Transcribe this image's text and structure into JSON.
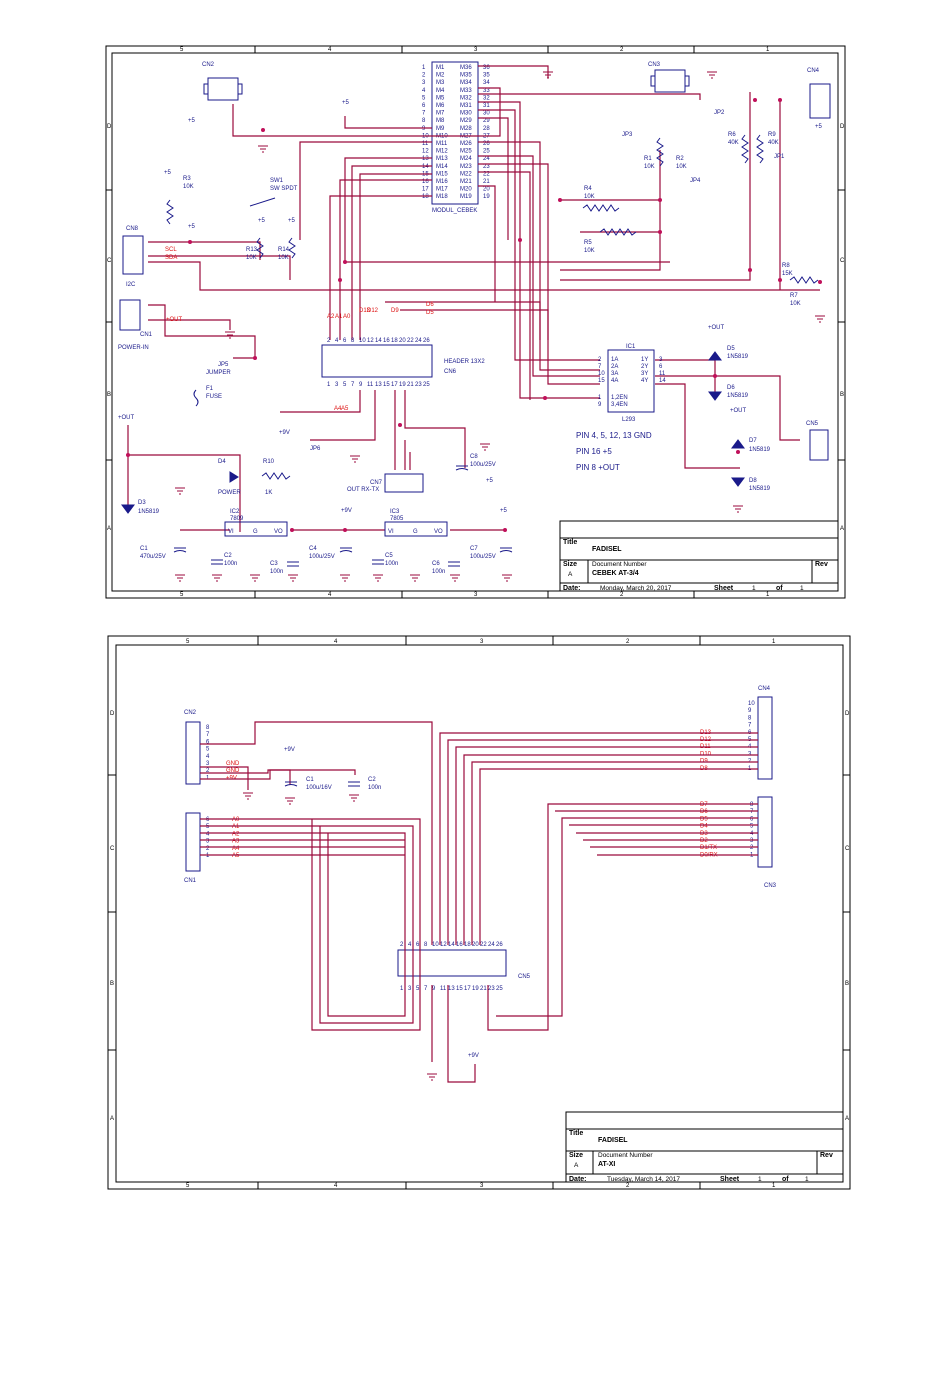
{
  "sheet1": {
    "grid_cols": [
      "5",
      "4",
      "3",
      "2",
      "1"
    ],
    "grid_rows": [
      "D",
      "C",
      "B",
      "A"
    ],
    "title_block": {
      "title_label": "Title",
      "title": "FADISEL",
      "size_label": "Size",
      "size": "A",
      "docnum_label": "Document Number",
      "docnum": "CEBEK AT-3/4",
      "rev_label": "Rev",
      "date_label": "Date:",
      "date": "Monday, March 20, 2017",
      "sheet_label": "Sheet",
      "sheet_num": "1",
      "of_label": "of",
      "sheet_total": "1"
    },
    "module": {
      "name": "MODUL_CEBEK",
      "left_pins": [
        "1",
        "2",
        "3",
        "4",
        "5",
        "6",
        "7",
        "8",
        "9",
        "10",
        "11",
        "12",
        "13",
        "14",
        "15",
        "16",
        "17",
        "18"
      ],
      "left_names": [
        "M1",
        "M2",
        "M3",
        "M4",
        "M5",
        "M6",
        "M7",
        "M8",
        "M9",
        "M10",
        "M11",
        "M12",
        "M13",
        "M14",
        "M15",
        "M16",
        "M17",
        "M18"
      ],
      "right_names": [
        "M36",
        "M35",
        "M34",
        "M33",
        "M32",
        "M31",
        "M30",
        "M29",
        "M28",
        "M27",
        "M26",
        "M25",
        "M24",
        "M23",
        "M22",
        "M21",
        "M20",
        "M19"
      ],
      "right_pins": [
        "36",
        "35",
        "34",
        "33",
        "32",
        "31",
        "30",
        "29",
        "28",
        "27",
        "26",
        "25",
        "24",
        "23",
        "22",
        "21",
        "20",
        "19"
      ]
    },
    "header": {
      "name": "HEADER 13X2",
      "ref": "CN6",
      "top_pins": [
        "2",
        "4",
        "6",
        "8",
        "10",
        "12",
        "14",
        "16",
        "18",
        "20",
        "22",
        "24",
        "26"
      ],
      "bottom_pins": [
        "1",
        "3",
        "5",
        "7",
        "9",
        "11",
        "13",
        "15",
        "17",
        "19",
        "21",
        "23",
        "25"
      ],
      "top_labels": [
        "A2",
        "A1",
        "A0",
        "D13",
        "D12",
        "D9",
        "D6",
        "D5"
      ],
      "bottom_labels": [
        "A4",
        "A5"
      ]
    },
    "ic1": {
      "ref": "IC1",
      "part": "L293",
      "left": [
        "1A",
        "2A",
        "3A",
        "4A",
        "1,2EN",
        "3,4EN"
      ],
      "left_pins": [
        "2",
        "7",
        "10",
        "15",
        "1",
        "9"
      ],
      "right": [
        "1Y",
        "2Y",
        "3Y",
        "4Y"
      ],
      "right_pins": [
        "3",
        "6",
        "11",
        "14"
      ]
    },
    "components": {
      "cn2": "CN2",
      "cn3": "CN3",
      "cn4": "CN4",
      "cn8": "CN8",
      "i2c": "I2C",
      "cn1": "CN1",
      "power_in": "POWER-IN",
      "cn5": "CN5",
      "cn7": "CN7",
      "out_rxtx": "OUT RX-TX",
      "r3": "R3",
      "r3v": "10K",
      "sw1": "SW1",
      "sw1v": "SW SPDT",
      "r13": "R13",
      "r13v": "10K",
      "r14": "R14",
      "r14v": "10K",
      "r1": "R1",
      "r1v": "10K",
      "r2": "R2",
      "r2v": "10K",
      "r4": "R4",
      "r4v": "10K",
      "r5": "R5",
      "r5v": "10K",
      "r6": "R6",
      "r6v": "40K",
      "r9": "R9",
      "r9v": "40K",
      "r8": "R8",
      "r8v": "15K",
      "r7": "R7",
      "r7v": "10K",
      "r10": "R10",
      "r10v": "1K",
      "jp1": "JP1",
      "jp2": "JP2",
      "jp3": "JP3",
      "jp4": "JP4",
      "jp5": "JP5",
      "jp5v": "JUMPER",
      "jp6": "JP6",
      "f1": "F1",
      "f1v": "FUSE",
      "d3": "D3",
      "d3v": "1N5819",
      "d4": "D4",
      "d4v": "POWER",
      "d5": "D5",
      "d5v": "1N5819",
      "d6": "D6",
      "d6v": "1N5819",
      "d7": "D7",
      "d7v": "1N5819",
      "d8": "D8",
      "d8v": "1N5819",
      "ic2": "IC2",
      "ic2v": "7809",
      "ic3": "IC3",
      "ic3v": "7805",
      "vi": "VI",
      "vo": "VO",
      "gnd_pin": "G",
      "c1": "C1",
      "c1v": "470u/25V",
      "c2": "C2",
      "c2v": "100n",
      "c3": "C3",
      "c3v": "100n",
      "c4": "C4",
      "c4v": "100u/25V",
      "c5": "C5",
      "c5v": "100n",
      "c6": "C6",
      "c6v": "100n",
      "c7": "C7",
      "c7v": "100u/25V",
      "c8": "C8",
      "c8v": "100u/25V",
      "scl": "SCL",
      "sda": "SDA",
      "out_plus": "+OUT",
      "v5": "+5",
      "v9": "+9V"
    },
    "notes": [
      "PIN 4, 5, 12, 13 GND",
      "PIN 16 +5",
      "PIN 8 +OUT"
    ]
  },
  "sheet2": {
    "grid_cols": [
      "5",
      "4",
      "3",
      "2",
      "1"
    ],
    "grid_rows": [
      "D",
      "C",
      "B",
      "A"
    ],
    "title_block": {
      "title_label": "Title",
      "title": "FADISEL",
      "size_label": "Size",
      "size": "A",
      "docnum_label": "Document Number",
      "docnum": "AT-XI",
      "rev_label": "Rev",
      "date_label": "Date:",
      "date": "Tuesday, March 14, 2017",
      "sheet_label": "Sheet",
      "sheet_num": "1",
      "of_label": "of",
      "sheet_total": "1"
    },
    "cn2": {
      "ref": "CN2",
      "pins": [
        "8",
        "7",
        "6",
        "5",
        "4",
        "3",
        "2",
        "1"
      ],
      "labels": [
        "",
        "",
        "",
        "",
        "",
        "GND",
        "GND",
        "+9V"
      ]
    },
    "cn1": {
      "ref": "CN1",
      "pins": [
        "6",
        "5",
        "4",
        "3",
        "2",
        "1"
      ],
      "labels": [
        "A0",
        "A1",
        "A2",
        "A3",
        "A4",
        "A5"
      ]
    },
    "cn4": {
      "ref": "CN4",
      "pins": [
        "10",
        "9",
        "8",
        "7",
        "6",
        "5",
        "4",
        "3",
        "2",
        "1"
      ],
      "labels": [
        "",
        "",
        "",
        "",
        "D13",
        "D12",
        "D11",
        "D10",
        "D9",
        "D8"
      ]
    },
    "cn3": {
      "ref": "CN3",
      "pins": [
        "8",
        "7",
        "6",
        "5",
        "4",
        "3",
        "2",
        "1"
      ],
      "labels": [
        "D7",
        "D6",
        "D5",
        "D4",
        "D3",
        "D2",
        "D1/TX",
        "D0/RX"
      ]
    },
    "cn5": {
      "ref": "CN5",
      "top_pins": [
        "2",
        "4",
        "6",
        "8",
        "10",
        "12",
        "14",
        "16",
        "18",
        "20",
        "22",
        "24",
        "26"
      ],
      "bottom_pins": [
        "1",
        "3",
        "5",
        "7",
        "9",
        "11",
        "13",
        "15",
        "17",
        "19",
        "21",
        "23",
        "25"
      ]
    },
    "c1": {
      "ref": "C1",
      "value": "100u/16V"
    },
    "c2": {
      "ref": "C2",
      "value": "100n"
    },
    "v9": "+9V"
  }
}
